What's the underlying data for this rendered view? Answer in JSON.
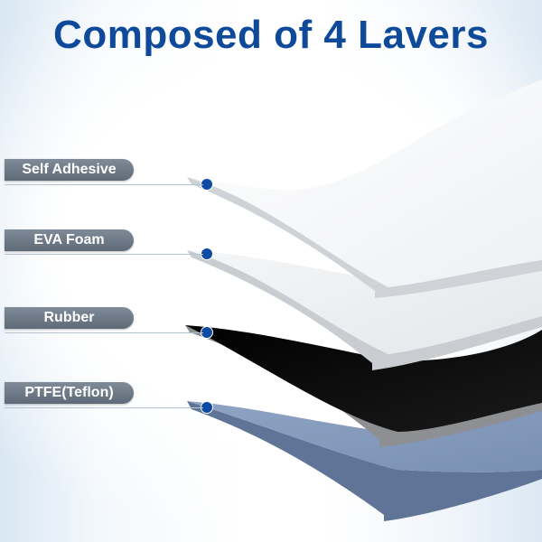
{
  "title": "Composed of 4 Lavers",
  "layers": [
    {
      "label": "Self Adhesive",
      "color": "#fafbfc"
    },
    {
      "label": "EVA Foam",
      "color": "#f2f3f5"
    },
    {
      "label": "Rubber",
      "color": "#0a0a0a"
    },
    {
      "label": "PTFE(Teflon)",
      "color": "#8a9ebd"
    }
  ],
  "colors": {
    "title": "#0f4a9a",
    "marker": "#0d4ba3",
    "label_bg": "#6b7784",
    "leader": "#b7c3cf"
  }
}
